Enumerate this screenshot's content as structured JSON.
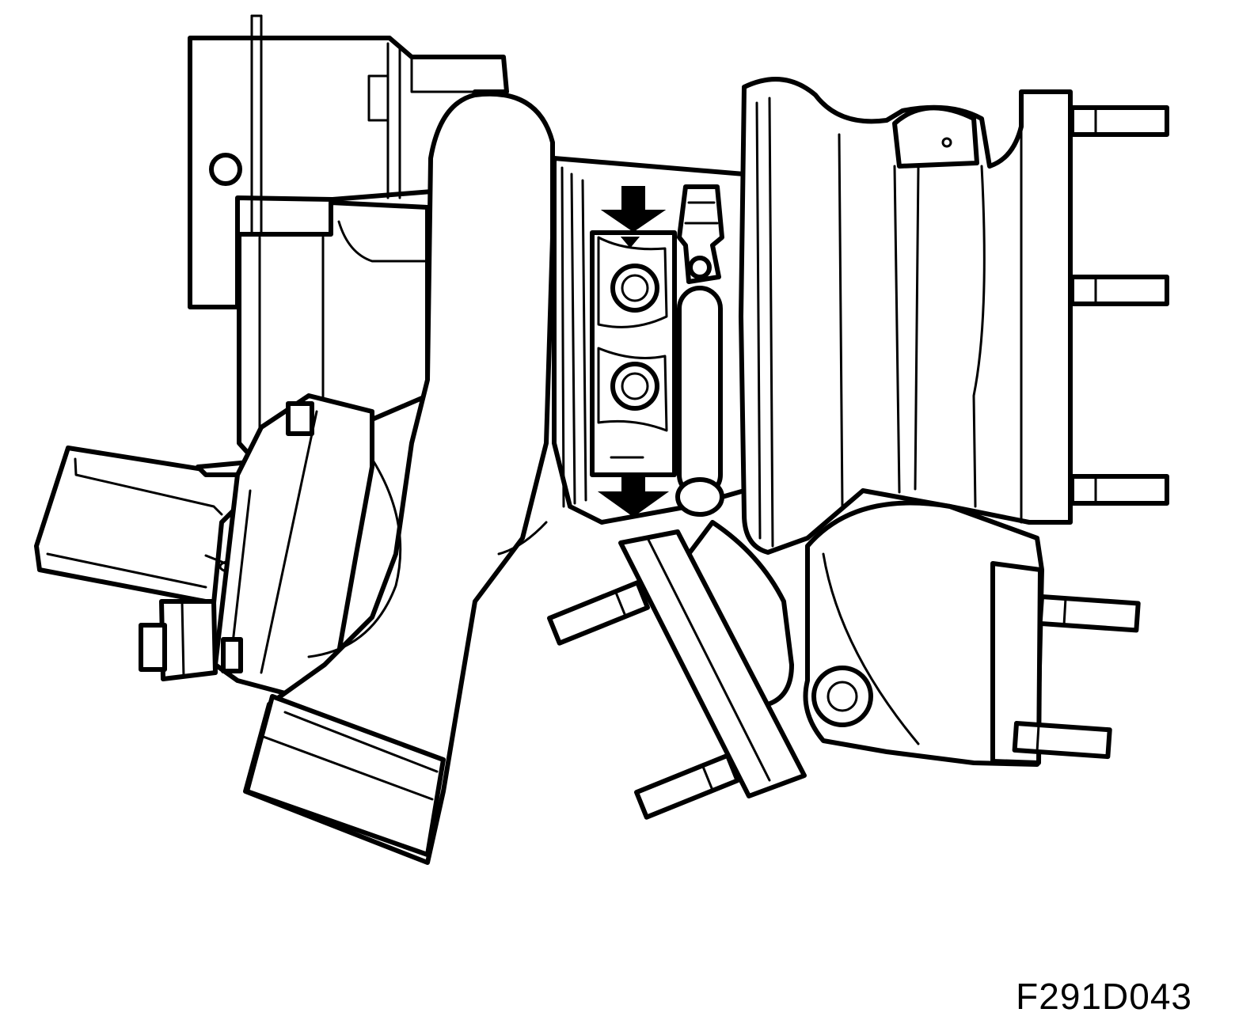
{
  "figure": {
    "code": "F291D043",
    "subject": "turbocharger-assembly",
    "line_color": "#000000",
    "background_color": "#ffffff",
    "arrows": [
      {
        "name": "down-arrow-upper",
        "direction": "down"
      },
      {
        "name": "down-arrow-lower",
        "direction": "down"
      }
    ]
  }
}
